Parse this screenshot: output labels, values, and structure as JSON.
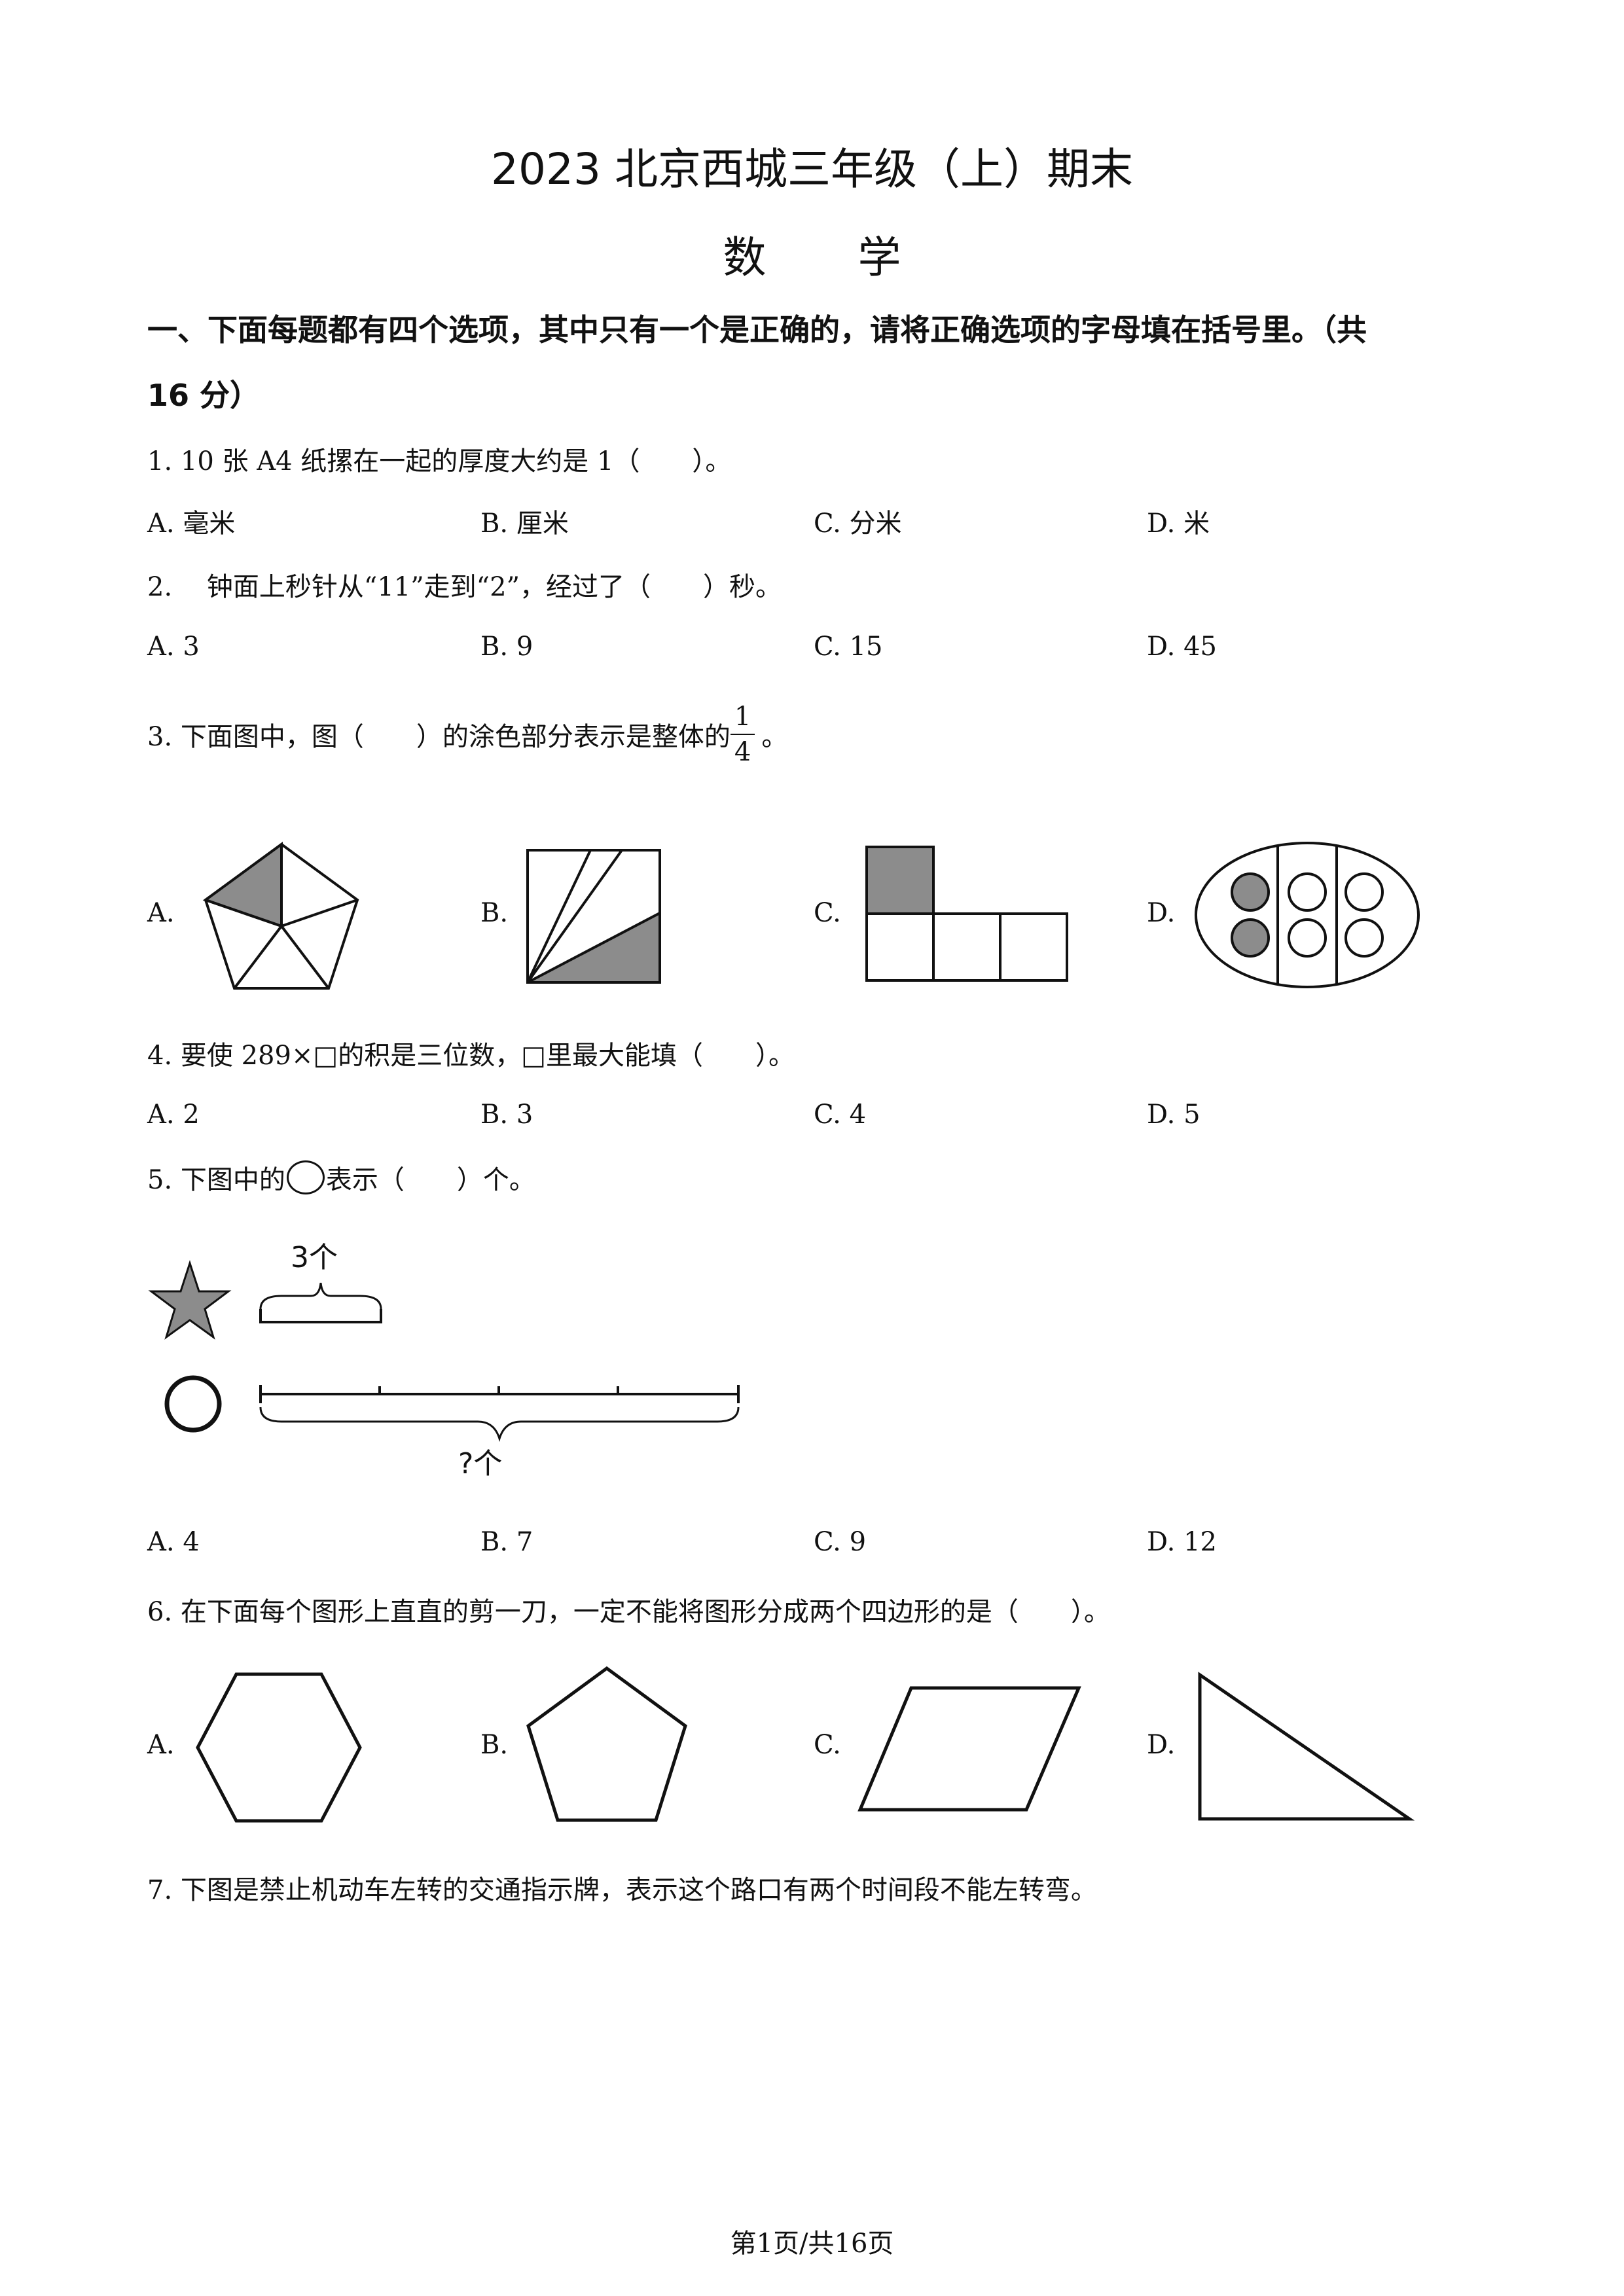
{
  "title": "2023 北京西城三年级（上）期末",
  "subject": "数学",
  "section1": {
    "heading_line1": "一、下面每题都有四个选项，其中只有一个是正确的，请将正确选项的字母填在括号里。（共",
    "heading_line2": "16 分）"
  },
  "questions": [
    {
      "text": "1. 10 张 A4 纸摞在一起的厚度大约是 1（　　）。",
      "options": [
        "A.  毫米",
        "B.  厘米",
        "C.  分米",
        "D.  米"
      ]
    },
    {
      "text": "2.　 钟面上秒针从“11”走到“2”，经过了（　　）秒。",
      "options": [
        "A. 3",
        "B. 9",
        "C. 15",
        "D. 45"
      ]
    },
    {
      "text_before": "3. 下面图中，图（　　）的涂色部分表示是整体的",
      "fraction": {
        "numerator": "1",
        "denominator": "4"
      },
      "text_after": "。",
      "option_letters": [
        "A.",
        "B.",
        "C.",
        "D."
      ]
    },
    {
      "text": "4. 要使 289×□的积是三位数，□里最大能填（　　）。",
      "options": [
        "A. 2",
        "B. 3",
        "C. 4",
        "D. 5"
      ]
    },
    {
      "text_before": "5. 下图中的",
      "text_after": "表示（　　）个。",
      "diagram": {
        "star_label": "3个",
        "circle_label": "?个"
      },
      "options": [
        "A. 4",
        "B. 7",
        "C. 9",
        "D. 12"
      ]
    },
    {
      "text": "6. 在下面每个图形上直直的剪一刀，一定不能将图形分成两个四边形的是（　　）。",
      "option_letters": [
        "A.",
        "B.",
        "C.",
        "D."
      ]
    },
    {
      "text": "7. 下图是禁止机动车左转的交通指示牌，表示这个路口有两个时间段不能左转弯。"
    }
  ],
  "footer": "第1页/共16页",
  "colors": {
    "shade": "#8c8c8c",
    "ink": "#111111"
  }
}
